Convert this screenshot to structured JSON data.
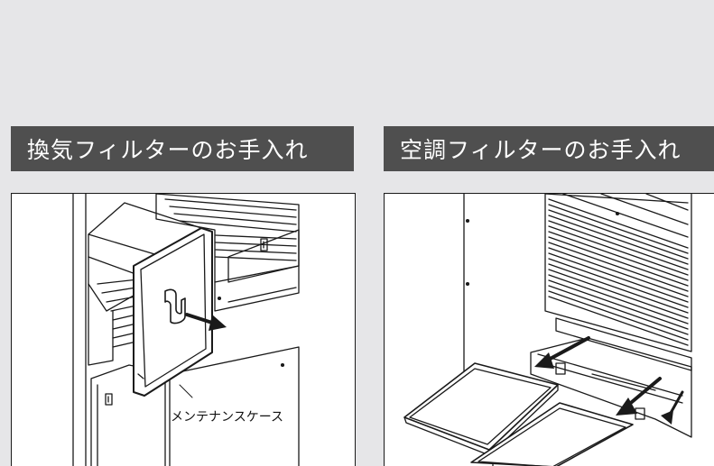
{
  "panels": {
    "left": {
      "title": "換気フィルターのお手入れ",
      "callout_label": "メンテナンスケース",
      "illustration_icon": "ventilation-filter-maintenance-illustration"
    },
    "right": {
      "title": "空調フィルターのお手入れ",
      "illustration_icon": "air-conditioning-filter-maintenance-illustration"
    }
  },
  "colors": {
    "page_background": "#e6e6e8",
    "title_bar": "#4f4f4f",
    "title_text": "#ffffff",
    "line_art": "#1a1a1a",
    "illustration_background": "#ffffff"
  }
}
